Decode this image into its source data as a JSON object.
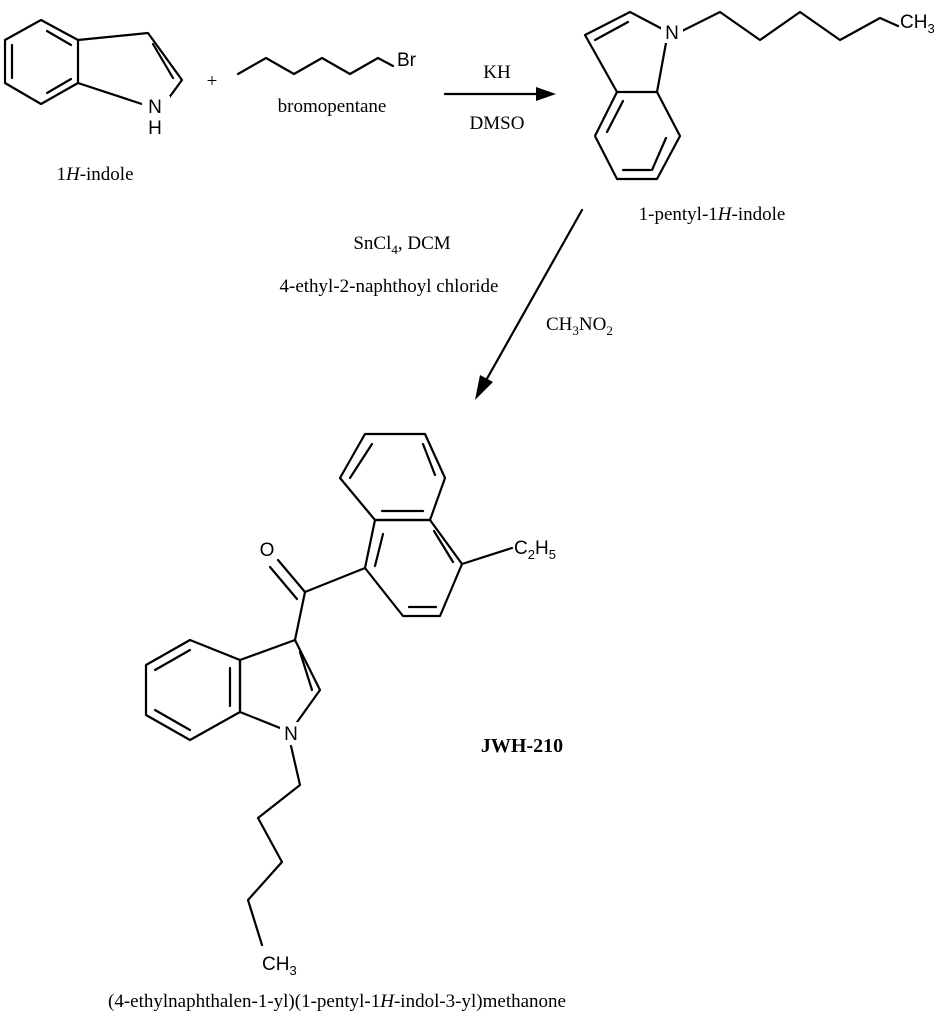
{
  "reactants": {
    "indole": {
      "name_parts": [
        "1",
        "H",
        "-indole"
      ],
      "atom_nh": "N",
      "atom_h": "H"
    },
    "plus": "+",
    "bromopentane": {
      "name": "bromopentane",
      "atom_br": "Br"
    }
  },
  "step1": {
    "reagent_top": "KH",
    "reagent_bottom": "DMSO"
  },
  "intermediate": {
    "name_parts": [
      "1-pentyl-1",
      "H",
      "-indole"
    ],
    "atom_n": "N",
    "ch3": {
      "main": "CH",
      "sub": "3"
    }
  },
  "step2": {
    "reagent_line1": {
      "main": "SnCl",
      "sub": "4",
      "rest": ", DCM"
    },
    "reagent_line2": "4-ethyl-2-naphthoyl chloride",
    "solvent": {
      "a": "CH",
      "a_sub": "3",
      "b": "NO",
      "b_sub": "2"
    }
  },
  "product": {
    "code": "JWH-210",
    "iupac_parts": [
      "(4-ethylnaphthalen-1-yl)(1-pentyl-1",
      "H",
      "-indol-3-yl)methanone"
    ],
    "atom_o": "O",
    "atom_n": "N",
    "ethyl": {
      "c": "C",
      "c_sub": "2",
      "h": "H",
      "h_sub": "5"
    },
    "ch3": {
      "main": "CH",
      "sub": "3"
    }
  }
}
